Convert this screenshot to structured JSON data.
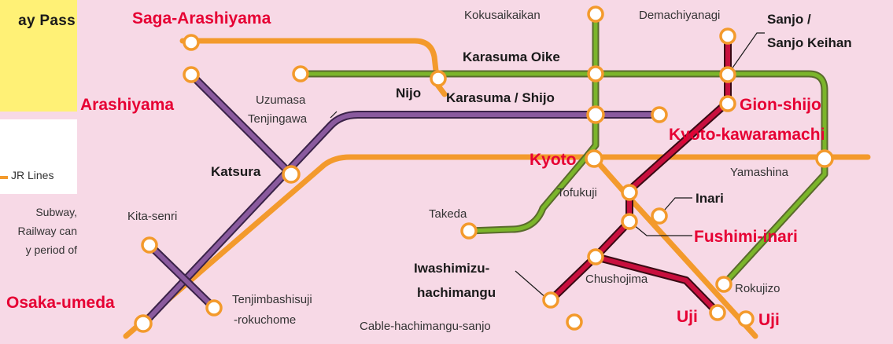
{
  "legend": {
    "title": "ay Pass",
    "jr_label": "JR Lines",
    "note_lines": [
      "Subway,",
      "Railway can",
      "y period of"
    ]
  },
  "stations": {
    "saga_arashiyama": "Saga-Arashiyama",
    "arashiyama": "Arashiyama",
    "osaka_umeda": "Osaka-umeda",
    "gion_shijo": "Gion-shijo",
    "kyoto_kawaramachi": "Kyoto-kawaramachi",
    "kyoto": "Kyoto",
    "fushimi_inari": "Fushimi-inari",
    "uji_left": "Uji",
    "uji_right": "Uji",
    "nijo": "Nijo",
    "karasuma_shijo": "Karasuma / Shijo",
    "karasuma_oike": "Karasuma Oike",
    "sanjo_1": "Sanjo /",
    "sanjo_2": "Sanjo Keihan",
    "katsura": "Katsura",
    "inari": "Inari",
    "iwashimizu_1": "Iwashimizu-",
    "iwashimizu_2": "hachimangu",
    "kokusaikaikan": "Kokusaikaikan",
    "demachiyanagi": "Demachiyanagi",
    "uzumasa_1": "Uzumasa",
    "uzumasa_2": "Tenjingawa",
    "yamashina": "Yamashina",
    "tofukuji": "Tofukuji",
    "takeda": "Takeda",
    "kita_senri": "Kita-senri",
    "chushojima": "Chushojima",
    "rokujizo": "Rokujizo",
    "tenjimbashisuji_1": "Tenjimbashisuji",
    "tenjimbashisuji_2": "-rokuchome",
    "cable_hachimangu": "Cable-hachimangu-sanjo"
  },
  "colors": {
    "background": "#f7d9e6",
    "jr_orange": "#f39a2c",
    "subway_green": "#7bb52a",
    "purple_line": "#8a5a9e",
    "red_line": "#c8103e",
    "label_red": "#e60033"
  }
}
